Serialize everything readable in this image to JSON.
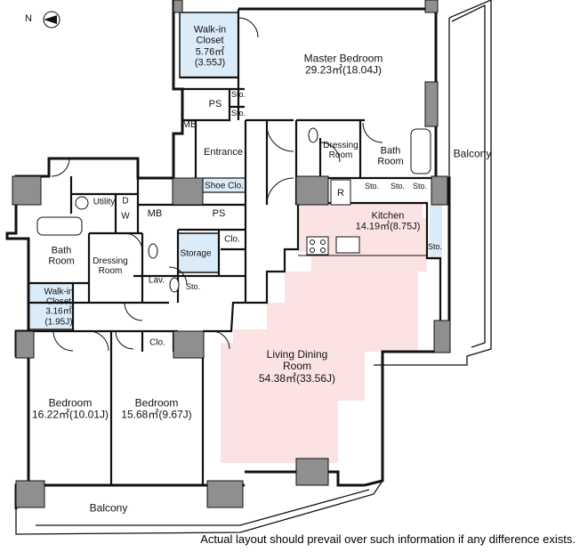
{
  "compass": {
    "north_label": "N"
  },
  "rooms": {
    "walkin_top": {
      "name": "Walk-in",
      "name2": "Closet",
      "area": "5.76㎡",
      "jo": "(3.55J)"
    },
    "master": {
      "name": "Master Bedroom",
      "area": "29.23㎡(18.04J)"
    },
    "ps_top": {
      "name": "PS"
    },
    "sto_a": {
      "name": "Sto."
    },
    "sto_b": {
      "name": "Sto."
    },
    "mb_top": {
      "name": "MB"
    },
    "entrance": {
      "name": "Entrance"
    },
    "shoe": {
      "name": "Shoe Clo."
    },
    "dressing_top": {
      "name": "Dressing",
      "name2": "Room"
    },
    "bath_top": {
      "name": "Bath",
      "name2": "Room"
    },
    "balcony_right": {
      "name": "Balcony"
    },
    "r": {
      "name": "R"
    },
    "sto_k1": {
      "name": "Sto."
    },
    "sto_k2": {
      "name": "Sto."
    },
    "sto_k3": {
      "name": "Sto."
    },
    "kitchen": {
      "name": "Kitchen",
      "area": "14.19㎡(8.75J)"
    },
    "sto_k4": {
      "name": "Sto."
    },
    "utility": {
      "name": "Utility"
    },
    "d": {
      "name": "D"
    },
    "w": {
      "name": "W"
    },
    "mb_mid": {
      "name": "MB"
    },
    "ps_mid": {
      "name": "PS"
    },
    "clo_mid": {
      "name": "Clo."
    },
    "storage": {
      "name": "Storage"
    },
    "bath_left": {
      "name": "Bath",
      "name2": "Room"
    },
    "dressing_left": {
      "name": "Dressing",
      "name2": "Room"
    },
    "lav": {
      "name": "Lav."
    },
    "sto_lav": {
      "name": "Sto."
    },
    "walkin_left": {
      "name": "Walk-in",
      "name2": "Closet",
      "area": "3.16㎡",
      "jo": "(1.95J)"
    },
    "clo_bed": {
      "name": "Clo."
    },
    "living": {
      "name": "Living Dining",
      "name2": "Room",
      "area": "54.38㎡(33.56J)"
    },
    "bed1": {
      "name": "Bedroom",
      "area": "16.22㎡(10.01J)"
    },
    "bed2": {
      "name": "Bedroom",
      "area": "15.68㎡(9.67J)"
    },
    "balcony_bottom": {
      "name": "Balcony"
    }
  },
  "colors": {
    "wall": "#111111",
    "living_tint": "#fbe3e3",
    "closet_tint": "#dcebf8",
    "column": "#9a9a9a"
  },
  "footnote": "Actual layout should prevail over such information if any difference exists."
}
